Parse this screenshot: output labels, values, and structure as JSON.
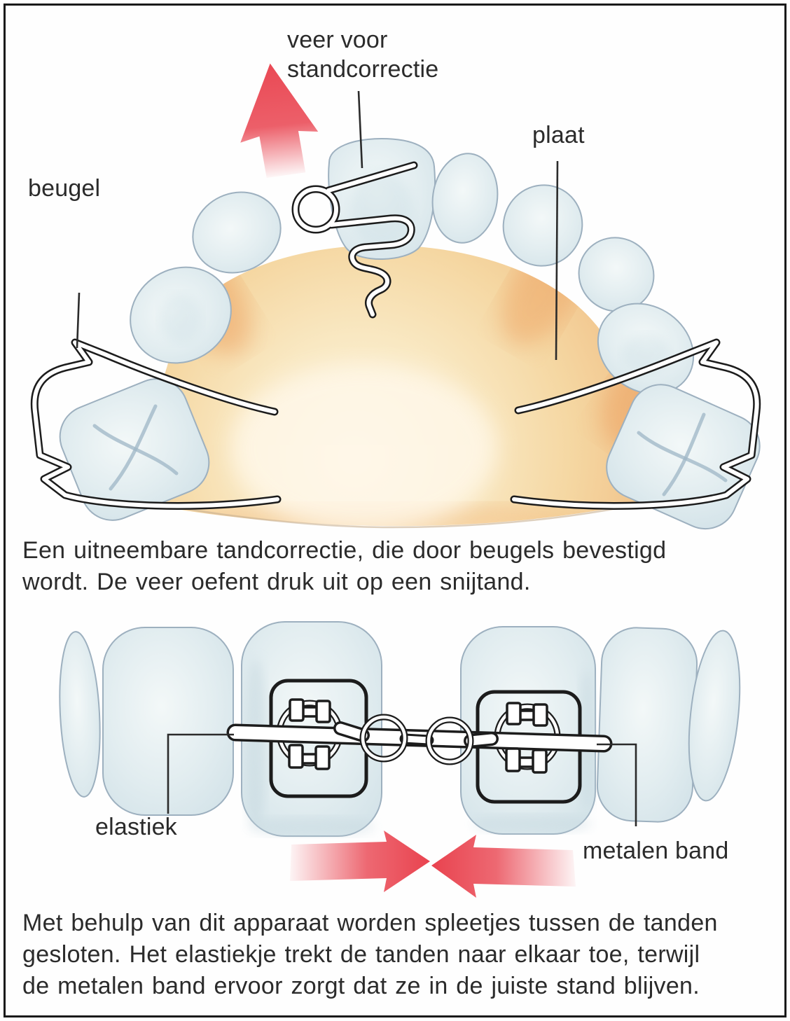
{
  "figure_top": {
    "label_spring": "veer voor\nstandcorrectie",
    "label_plate": "plaat",
    "label_clasp": "beugel",
    "caption": "Een uitneembare tandcorrectie, die door beugels bevestigd\nwordt. De veer oefent druk uit op een snijtand."
  },
  "figure_bottom": {
    "label_elastic": "elastiek",
    "label_metal_band": "metalen band",
    "caption": "Met behulp van dit apparaat worden spleetjes tussen de tanden\ngesloten. Het elastiekje trekt de tanden naar elkaar toe, terwijl\nde metalen band ervoor zorgt dat ze in de juiste stand blijven."
  },
  "colors": {
    "accent_red": "#e9434f",
    "tooth_light": "#f3f8f8",
    "tooth_mid": "#e2edf0",
    "tooth_dark": "#d2e2e8",
    "tooth_outline": "#9db0bf",
    "palate_light": "#fdf5e2",
    "palate_mid": "#f9e8c2",
    "palate_warm": "#f5d7a2",
    "palate_deep": "#f0bd84",
    "wire_outline": "#1c1c1c",
    "wire_fill": "#ffffff",
    "leader_line": "#2b2b2b",
    "text": "#2b2b2b",
    "frame": "#1a1a1a",
    "background": "#fefefe"
  }
}
